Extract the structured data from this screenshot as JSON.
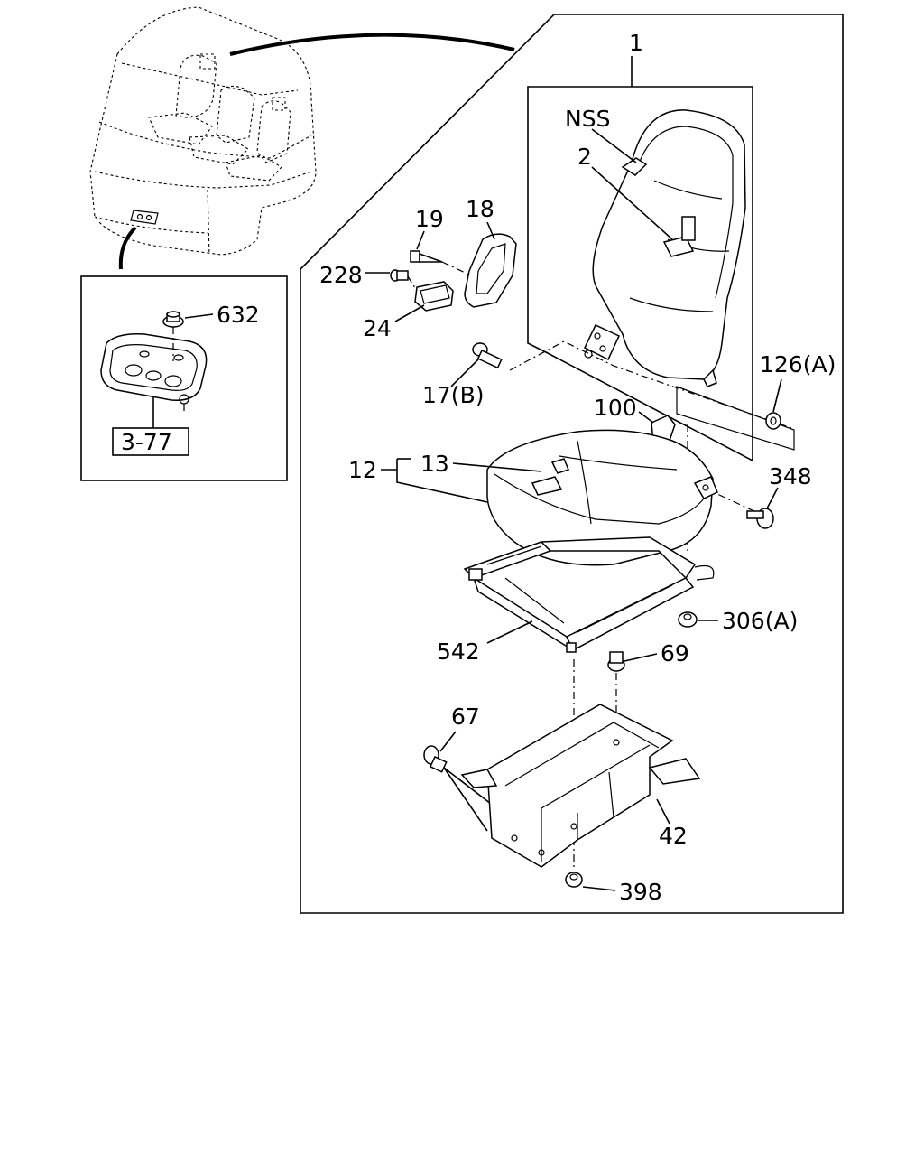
{
  "labels": {
    "p1": "1",
    "nss": "NSS",
    "p2": "2",
    "p18": "18",
    "p19": "19",
    "p228": "228",
    "p24": "24",
    "p17b": "17(B)",
    "p126a": "126(A)",
    "p100": "100",
    "p12": "12",
    "p13": "13",
    "p348": "348",
    "p306a": "306(A)",
    "p542": "542",
    "p69": "69",
    "p67": "67",
    "p42": "42",
    "p398": "398",
    "p632": "632",
    "ref377": "3-77"
  }
}
